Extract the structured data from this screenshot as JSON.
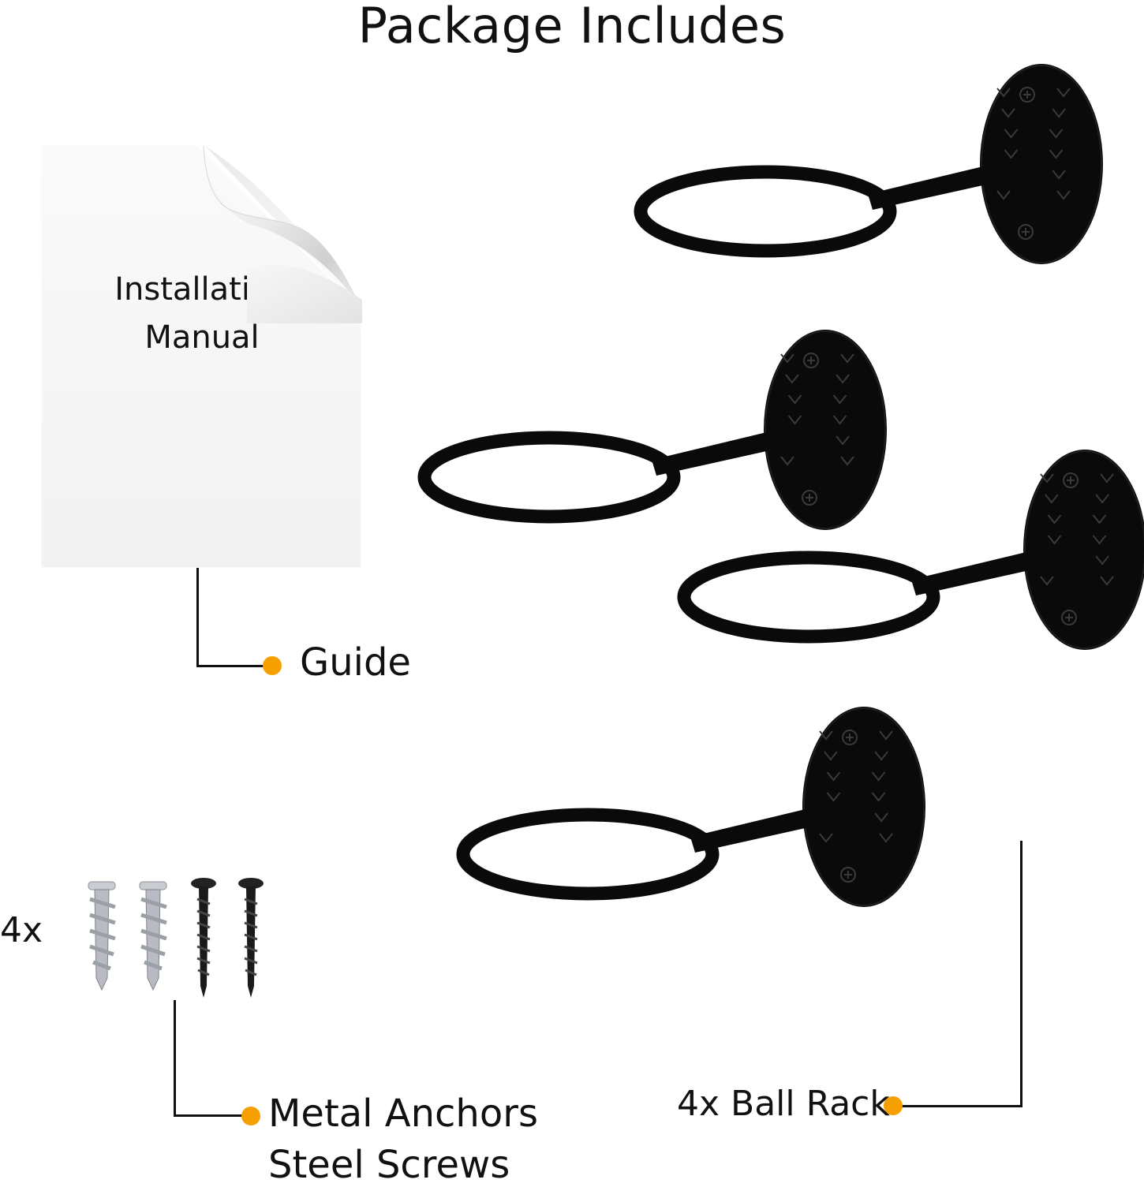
{
  "title": "Package Includes",
  "manual": {
    "line1": "Installation",
    "line2": "Manual"
  },
  "callouts": {
    "guide": "Guide",
    "anchors_line1": "Metal Anchors",
    "anchors_line2": "Steel Screws",
    "hardware_qty": "4x",
    "rack": "4x Ball Rack"
  },
  "colors": {
    "accent_dot": "#f5a000",
    "rack": "#0a0a0a",
    "line": "#111111"
  },
  "icons": [
    "page-curl-icon",
    "metal-anchor-icon",
    "steel-screw-icon",
    "ball-rack-icon"
  ]
}
